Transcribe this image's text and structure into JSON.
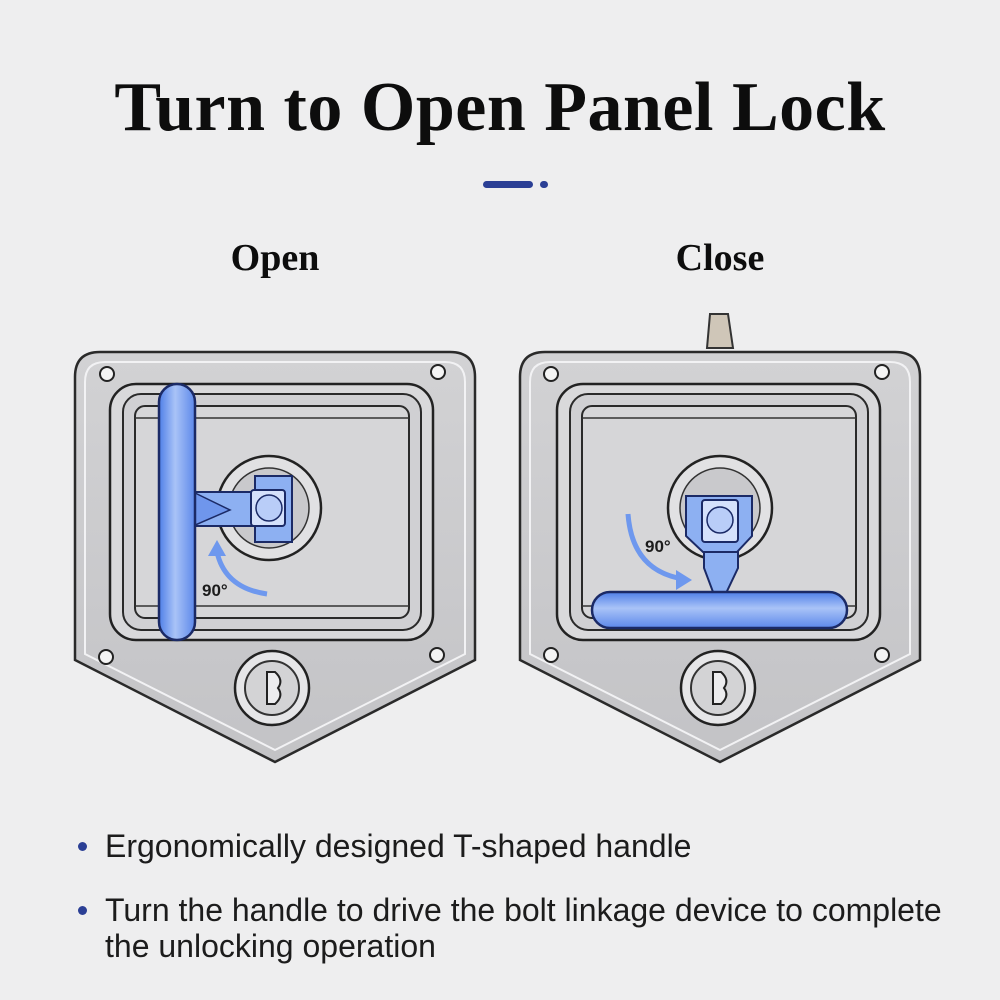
{
  "title": "Turn to Open Panel Lock",
  "accent_color": "#2b3f95",
  "handle_color": "#6e98ee",
  "panels": [
    {
      "label": "Open",
      "rotation_label": "90°"
    },
    {
      "label": "Close",
      "rotation_label": "90°"
    }
  ],
  "bullets": [
    "Ergonomically designed T-shaped handle",
    "Turn the handle to drive the bolt linkage device to complete the unlocking operation"
  ]
}
